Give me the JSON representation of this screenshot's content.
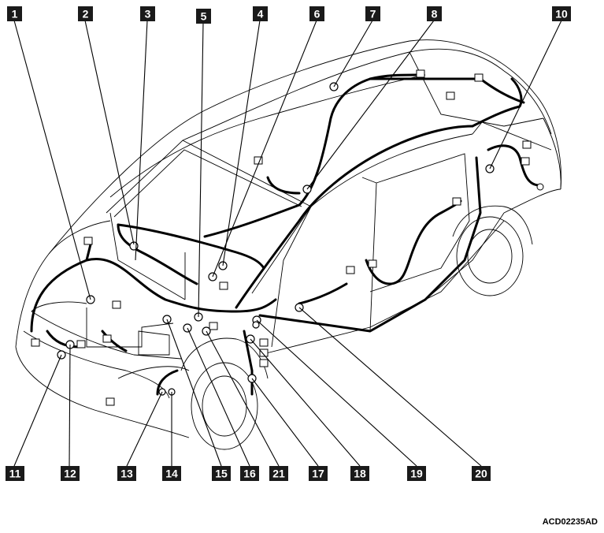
{
  "callouts_top": [
    "1",
    "2",
    "3",
    "5",
    "4",
    "6",
    "7",
    "8",
    "10"
  ],
  "callouts_bottom": [
    "11",
    "12",
    "13",
    "14",
    "15",
    "16",
    "21",
    "17",
    "18",
    "19",
    "20"
  ],
  "reference_code": "ACD02235AD"
}
